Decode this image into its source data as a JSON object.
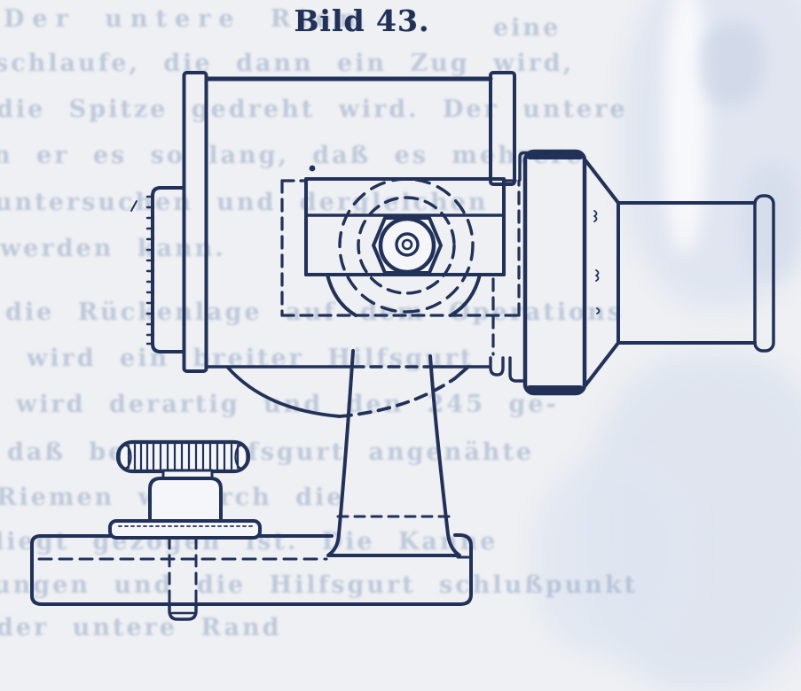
{
  "page": {
    "background": "#eef0f3",
    "ink": "#223158",
    "ghost_color": "#93a5c4",
    "paper_white": "#f4f6f9"
  },
  "caption": {
    "text": "Bild 43."
  },
  "ghost": {
    "lines": [
      {
        "text": "Der untere Riem"
      },
      {
        "text": "eine"
      },
      {
        "text": "schlaufe, die dann ein Zug wird,"
      },
      {
        "text": "die Spitze gedreht wird.  Der untere"
      },
      {
        "text": "n er es so lang, daß es mehrere"
      },
      {
        "text": "untersuchen und dergleichen"
      },
      {
        "text": "werden kann."
      },
      {
        "text": "die Rückenlage auf dem Operations"
      },
      {
        "text": "wird ein breiter Hilfsgurt"
      },
      {
        "text": "wird derartig und den 245 ge-"
      },
      {
        "text": "daß beide Hilfsgurt angenähte"
      },
      {
        "text": "Riemen  wodurch  die"
      },
      {
        "text": "liegt gezogen ist.  Die  Kanne"
      },
      {
        "text": "ungen und die Hilfsgurt schlußpunkt"
      },
      {
        "text": "der untere Rand"
      }
    ]
  }
}
